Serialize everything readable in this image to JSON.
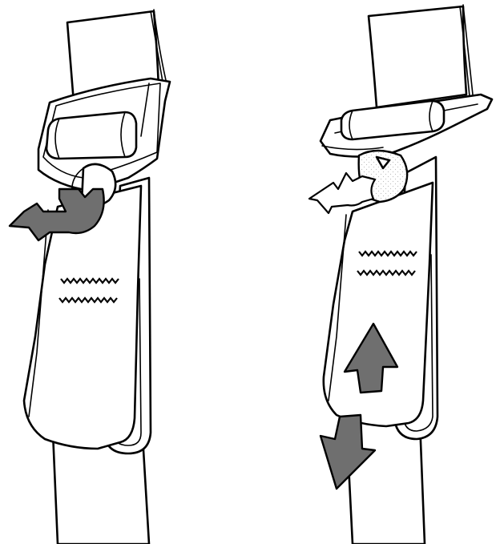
{
  "figure": {
    "panels": [
      {
        "state": "release",
        "arrow_directions": [
          "left"
        ]
      },
      {
        "state": "adjust",
        "arrow_directions": [
          "up",
          "down-left"
        ]
      }
    ],
    "colors": {
      "line": "#000000",
      "fill": "#ffffff",
      "arrow_gray": "#6f6f6f",
      "tab_stipple": "#bdbdbd"
    }
  }
}
